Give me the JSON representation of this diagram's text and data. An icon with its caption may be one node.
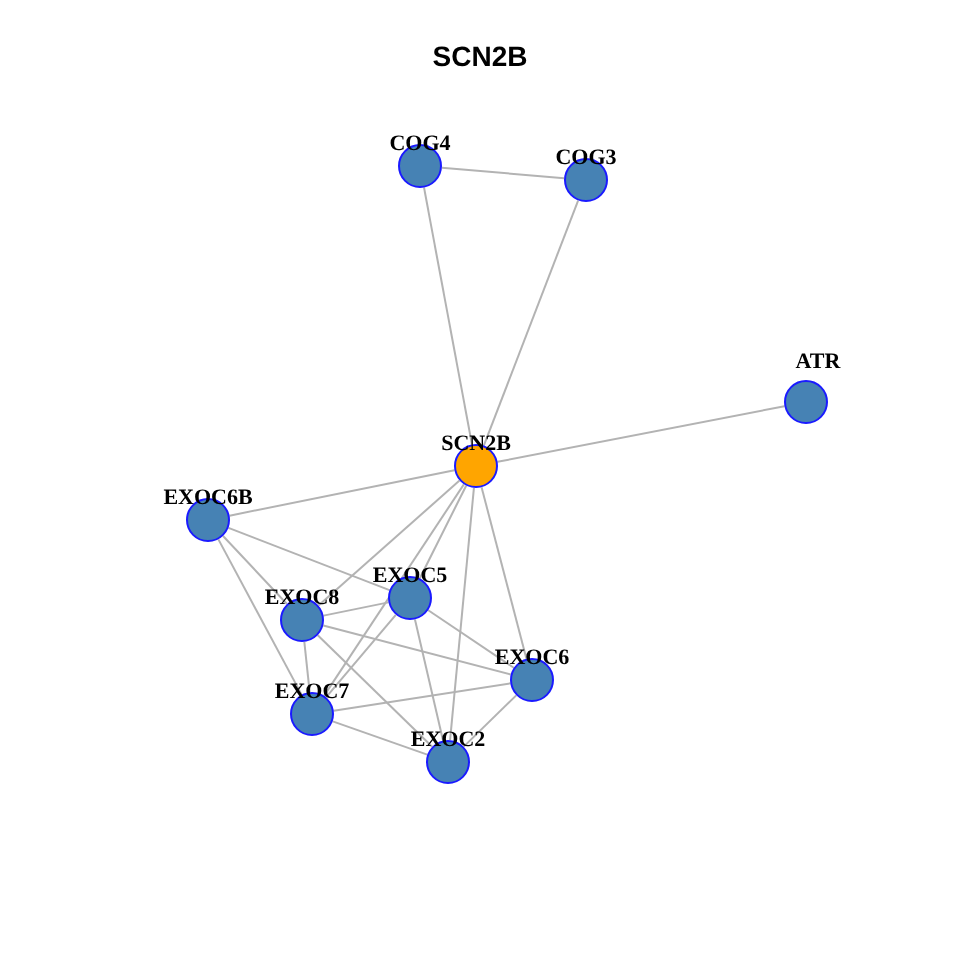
{
  "diagram": {
    "title": "SCN2B",
    "nodes": [
      {
        "text": [
          "SCN2B"
        ]
      },
      {
        "text": [
          "COG4"
        ]
      },
      {
        "text": [
          "COG3"
        ]
      },
      {
        "text": [
          "ATR"
        ]
      },
      {
        "text": [
          "EXOC6B"
        ]
      },
      {
        "text": [
          "EXOC5"
        ]
      },
      {
        "text": [
          "EXOC8"
        ]
      },
      {
        "text": [
          "EXOC6"
        ]
      },
      {
        "text": [
          "EXOC7"
        ]
      },
      {
        "text": [
          "EXOC2"
        ]
      }
    ],
    "edges": [
      {
        "from": 1,
        "to": 2,
        "arrow": "none"
      },
      {
        "from": 1,
        "to": 0,
        "arrow": "none"
      },
      {
        "from": 2,
        "to": 0,
        "arrow": "none"
      },
      {
        "from": 0,
        "to": 3,
        "arrow": "none"
      },
      {
        "from": 0,
        "to": 4,
        "arrow": "none"
      },
      {
        "from": 0,
        "to": 5,
        "arrow": "none"
      },
      {
        "from": 0,
        "to": 6,
        "arrow": "none"
      },
      {
        "from": 0,
        "to": 7,
        "arrow": "none"
      },
      {
        "from": 0,
        "to": 8,
        "arrow": "none"
      },
      {
        "from": 0,
        "to": 9,
        "arrow": "none"
      },
      {
        "from": 4,
        "to": 5,
        "arrow": "none"
      },
      {
        "from": 4,
        "to": 6,
        "arrow": "none"
      },
      {
        "from": 4,
        "to": 8,
        "arrow": "none"
      },
      {
        "from": 6,
        "to": 5,
        "arrow": "none"
      },
      {
        "from": 6,
        "to": 7,
        "arrow": "none"
      },
      {
        "from": 6,
        "to": 8,
        "arrow": "none"
      },
      {
        "from": 6,
        "to": 9,
        "arrow": "none"
      },
      {
        "from": 5,
        "to": 8,
        "arrow": "none"
      },
      {
        "from": 5,
        "to": 7,
        "arrow": "none"
      },
      {
        "from": 5,
        "to": 9,
        "arrow": "none"
      },
      {
        "from": 8,
        "to": 7,
        "arrow": "none"
      },
      {
        "from": 8,
        "to": 9,
        "arrow": "none"
      },
      {
        "from": 7,
        "to": 9,
        "arrow": "none"
      }
    ]
  }
}
